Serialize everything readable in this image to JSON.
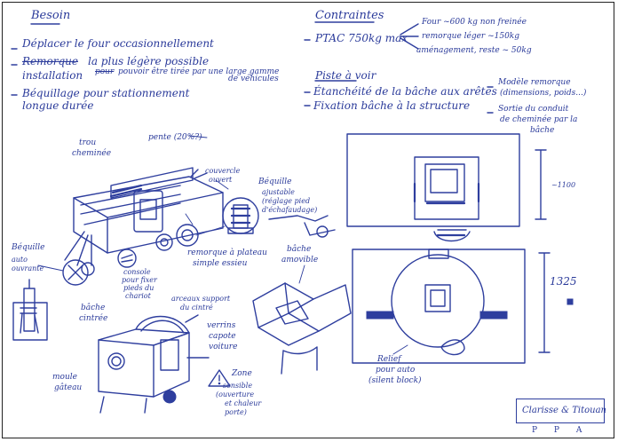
{
  "besoin": {
    "title": "Besoin",
    "line1": "Déplacer le four occasionnellement",
    "line2_struck": "Remorque",
    "line2": "la plus légère possible",
    "line3": "installation",
    "line3_struck": "pour",
    "line3_rest": "pouvoir être tirée par une large gamme",
    "line3b": "de véhicules",
    "line4": "Béquillage pour stationnement",
    "line4b": "longue durée"
  },
  "contraintes": {
    "title": "Contraintes",
    "ptac": "PTAC 750kg max",
    "item1": "Four ~600 kg non freinée",
    "item2": "remorque léger ~150kg",
    "item3": "aménagement, reste ~ 50kg"
  },
  "pistes": {
    "title": "Piste à voir",
    "item1": "Étanchéité de la bâche aux arêtes",
    "item2": "Fixation bâche à la structure",
    "item3a": "Modèle remorque",
    "item3b": "(dimensions, poids...)",
    "item4a": "Sortie du conduit",
    "item4b": "de cheminée par la",
    "item4c": "bâche"
  },
  "sketch_trailer": {
    "hole": "trou",
    "chimney": "cheminée",
    "slope": "pente (20%?)",
    "hinged_lid": "couvercle",
    "hinged_lid2": "ouvert",
    "jack_title": "Béquille",
    "jack_sub": "ajustable",
    "jack_sub2": "(réglage pied",
    "jack_sub3": "d'échafaudage)",
    "platform": "remorque à plateau",
    "platform2": "simple essieu",
    "bracket": "console",
    "bracket2": "pour fixer",
    "bracket3": "pieds du",
    "bracket4": "chariot",
    "autojack": "Béquille",
    "autojack2": "auto",
    "autojack3": "ouvrante"
  },
  "sketch_covered": {
    "cover": "bâche",
    "cover2": "cintrée",
    "cake_mold": "moule",
    "cake_mold2": "gâteau",
    "hoop": "arceaux support",
    "hoop2": "du cintré",
    "jacks": "verrins",
    "jacks2": "capote",
    "jacks3": "voiture",
    "danger": "Zone",
    "danger2": "sensible",
    "danger3": "(ouverture",
    "danger4": "et chaleur",
    "danger5": "porte)"
  },
  "sketch_unfolded": {
    "label": "bâche",
    "label2": "amovible"
  },
  "plan": {
    "dim_top": "~1100",
    "dim_bottom": "1325",
    "silentblock": "Relief",
    "silentblock2": "pour auto",
    "silentblock3": "(silent block)"
  },
  "signature": {
    "names": "Clarisse & Titouan"
  },
  "footer": {
    "initials": "P P A"
  }
}
